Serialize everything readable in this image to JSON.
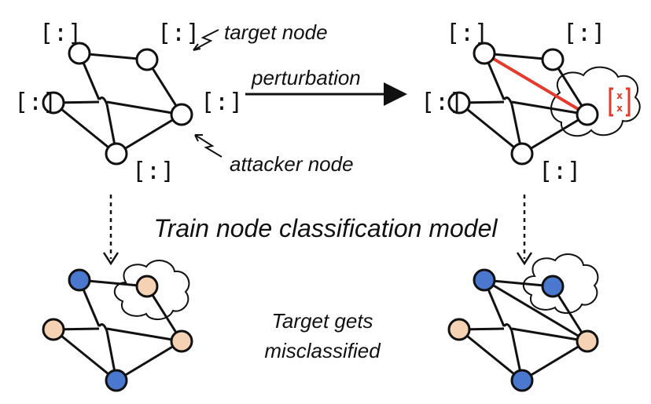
{
  "labels": {
    "target_node": "target node",
    "attacker_node": "attacker node",
    "perturbation": "perturbation",
    "train_model": "Train node classification model",
    "result_line1": "Target gets",
    "result_line2": "misclassified"
  },
  "colors": {
    "stroke": "#111111",
    "perturb_edge": "#e53b2c",
    "class_blue": "#4a78cf",
    "class_peach": "#f6d2b4",
    "node_white": "#ffffff",
    "cloud": "#ffffff"
  },
  "feature_marker": "x"
}
